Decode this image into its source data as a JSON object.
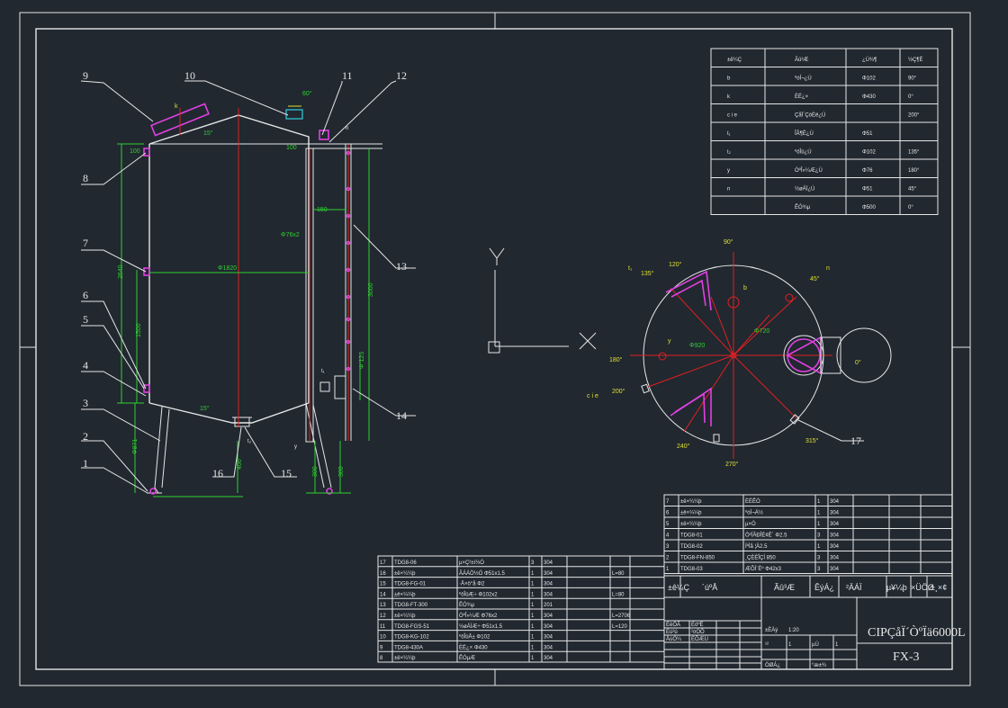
{
  "nozzle_table": {
    "headers": [
      "±ê¼Ç",
      "Ãû³Æ",
      "¿Ú¾¶",
      "½Ç¶È"
    ],
    "rows": [
      [
        "b",
        "ºóÍ¬¿Ú",
        "Φ102",
        "90°"
      ],
      [
        "k",
        "ÈË¿×",
        "Φ430",
        "0°"
      ],
      [
        "c i e",
        "ÇåÏ´ÇòÈë¿Ú",
        "",
        "200°"
      ],
      [
        "t₁",
        "ÎÂ¶È¿Ú",
        "Φ51",
        ""
      ],
      [
        "t₂",
        "ºôÎü¿Ú",
        "Φ102",
        "135°"
      ],
      [
        "y",
        "ÒºÎ»¼Æ¿Ú",
        "Φ76",
        "180°"
      ],
      [
        "n",
        "½øÁÏ¿Ú",
        "Φ51",
        "45°"
      ],
      [
        "",
        "ÊÓ¾µ",
        "Φ500",
        "0°"
      ]
    ]
  },
  "balloons": [
    "1",
    "2",
    "3",
    "4",
    "5",
    "6",
    "7",
    "8",
    "9",
    "10",
    "11",
    "12",
    "13",
    "14",
    "15",
    "16",
    "17"
  ],
  "elevation_labels": {
    "inner_dia": "Φ1820",
    "pipe": "Φ76x2",
    "dim_top": "100",
    "dim_bottom": "100",
    "angle_head": "15°",
    "angle_top": "60°",
    "angle_cone": "15°",
    "t1": "t₁",
    "t2": "t₂",
    "y": "y",
    "k": "k",
    "n": "n"
  },
  "plan_labels": {
    "a90": "90°",
    "a120": "120°",
    "a135": "135°",
    "a45": "45°",
    "a180": "180°",
    "a200": "200°",
    "a0": "0°",
    "a240": "240°",
    "a270": "270°",
    "a315": "315°",
    "b": "b",
    "n": "n",
    "y": "y",
    "t1": "t₁",
    "cie": "c i e",
    "dim1": "Φ920",
    "dim2": "Φ720"
  },
  "axis": {
    "y": "Y",
    "x": "X"
  },
  "parts_list_right": [
    [
      "7",
      "±ê×¼¼þ",
      "ÈËÊÓ",
      "1",
      "304"
    ],
    [
      "6",
      "±ê×¼¼þ",
      "ºóÍ¬Á½",
      "1",
      "304"
    ],
    [
      "5",
      "±ê×¼¼þ",
      "µ×Ò",
      "1",
      "304"
    ],
    [
      "4",
      "TDG8-01",
      "Ô²ÍÂÐÎÉ¢Ê´ Φ2.5",
      "3",
      "304"
    ],
    [
      "3",
      "TDG8-02",
      "ÍªÌå ¦Ä2.5",
      "1",
      "304"
    ],
    [
      "2",
      "TDG8-FN-850",
      "¸ÇÈÈÎÇÍ 850",
      "3",
      "304"
    ],
    [
      "1",
      "TDG8-03",
      "ÆÕÍ¨Èº Φ42x3",
      "3",
      "304"
    ]
  ],
  "parts_list_left": [
    [
      "17",
      "TDG8-06",
      "µ×Ç²±í½Ó",
      "3",
      "304",
      ""
    ],
    [
      "16",
      "±ê×¼¼þ",
      "ÂÁÁÖ½Ó Φ51x1.5",
      "1",
      "304",
      "L=80"
    ],
    [
      "15",
      "TDG8-FG-01",
      "·Ã×ö°å Φ2",
      "1",
      "304",
      ""
    ],
    [
      "14",
      "±ê×¼¼þ",
      "ºôÎüÆ÷ Φ102x2",
      "1",
      "304",
      "L=80"
    ],
    [
      "13",
      "TDG8-FT-300",
      "ÊÓ¾µ",
      "1",
      "201",
      ""
    ],
    [
      "12",
      "±ê×¼¼þ",
      "ÒºÎ»¼Æ Φ76x2",
      "1",
      "304",
      "L=2706"
    ],
    [
      "11",
      "TDG8-FGS-51",
      "½øÁÏÆ÷ Φ51x1.5",
      "1",
      "304",
      "L=120"
    ],
    [
      "10",
      "TDG8-KG-102",
      "ºôÎüÃ± Φ102",
      "1",
      "304",
      ""
    ],
    [
      "9",
      "TDG8-430A",
      "ÈË¿× Φ430",
      "1",
      "304",
      ""
    ],
    [
      "8",
      "±ê×¼¼þ",
      "ÊÓµÆ",
      "1",
      "304",
      ""
    ]
  ],
  "title_block": {
    "col_headers": [
      "±ê¼Ç",
      "´úºÅ",
      "Ãû³Æ",
      "ÊýÁ¿",
      "²ÄÁÏ",
      "µ¥¼þ",
      "×ÜÖØ",
      "±¸×¢"
    ],
    "drawing_name": "CIPÇåÏ´ÒºÏä6000L",
    "drawing_no": "FX-3",
    "small_cells": [
      "ÉèÖÃ",
      "ÉóºË",
      "Éú²ú",
      "¹¤ÒÕ",
      "ÅúÖ¼",
      "ÈÕÆÚ",
      "±ÈÀý",
      "1:20",
      "¹²",
      "1",
      "µÚ",
      "1",
      "ÖØÁ¿",
      "°æ±¾"
    ]
  }
}
